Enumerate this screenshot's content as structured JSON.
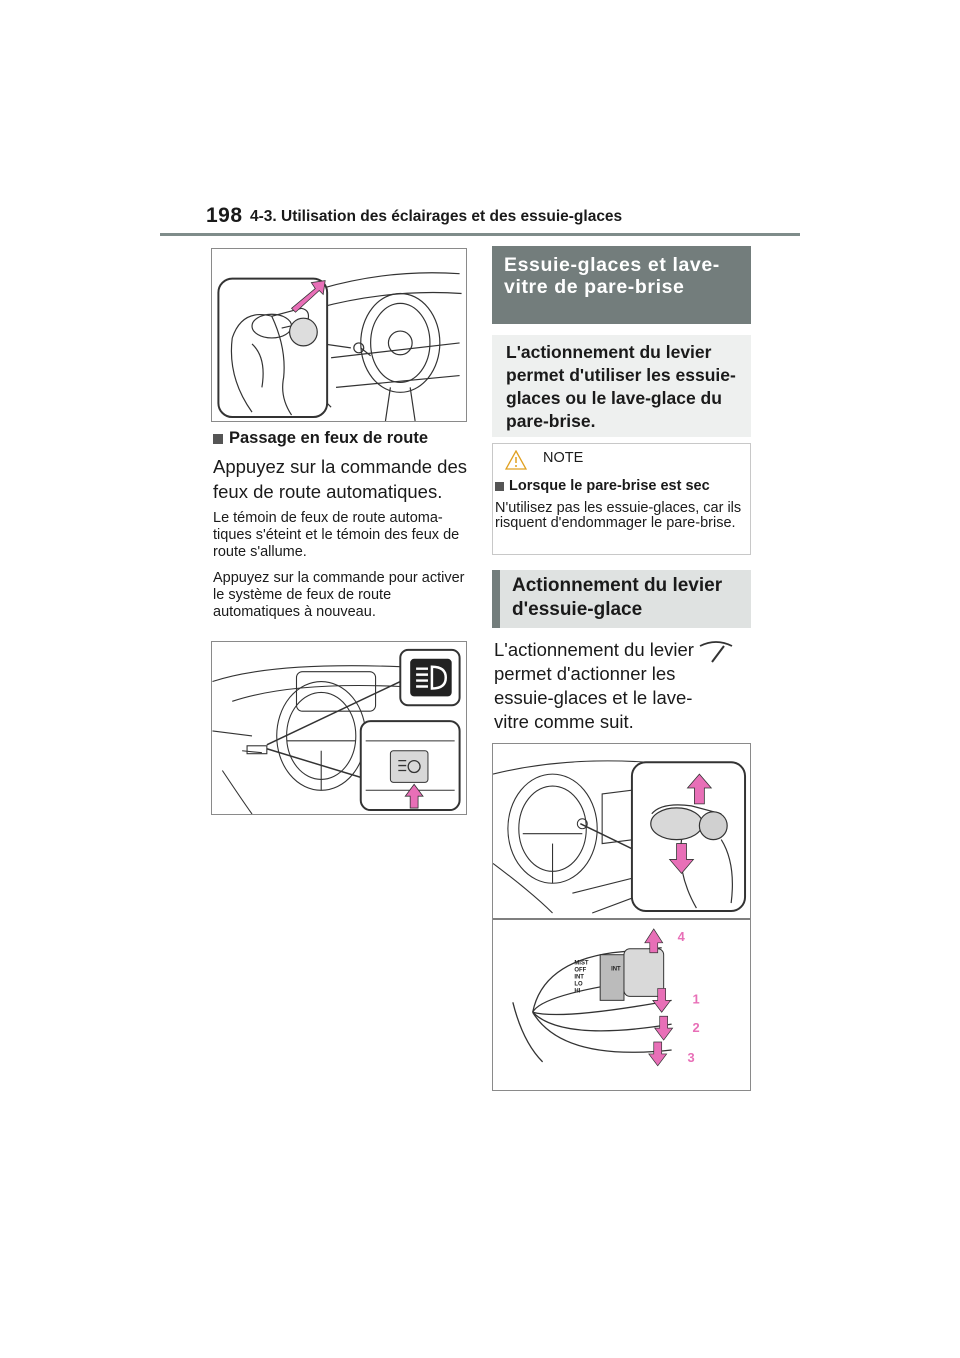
{
  "header": {
    "page_number": "198",
    "section_title": "4-3. Utilisation des éclairages et des essuie-glaces"
  },
  "left": {
    "subheading": "Passage en feux de route",
    "instruction": "Appuyez sur la commande des feux de route automatiques.",
    "note1": "Le témoin de feux de route automa-tiques s'éteint et le témoin des feux de route s'allume.",
    "note2": "Appuyez sur la commande pour activer le système de feux de route automatiques à nouveau."
  },
  "right": {
    "banner_title": "Essuie-glaces et lave-vitre de pare-brise",
    "intro": "L'actionnement du levier permet d'utiliser les essuie-glaces ou le lave-glace du pare-brise.",
    "notice": {
      "title": "NOTE",
      "subheading": "Lorsque le pare-brise est sec",
      "text": "N'utilisez pas les essuie-glaces, car ils risquent d'endommager le pare-brise."
    },
    "subsection_title": "Actionnement du levier d'essuie-glace",
    "body": "L'actionnement du levier permet d'actionner les essuie-glaces et le lave-vitre comme suit.",
    "lever": {
      "positions": [
        "MIST",
        "OFF",
        "INT",
        "LO",
        "HI"
      ],
      "ring_label": "INT",
      "callouts": [
        "4",
        "1",
        "2",
        "3"
      ],
      "callout_color": "#e86fb7"
    }
  },
  "colors": {
    "banner": "#737d7c",
    "arrow_pink": "#e86fb7",
    "box_gray": "#eef0ef"
  }
}
